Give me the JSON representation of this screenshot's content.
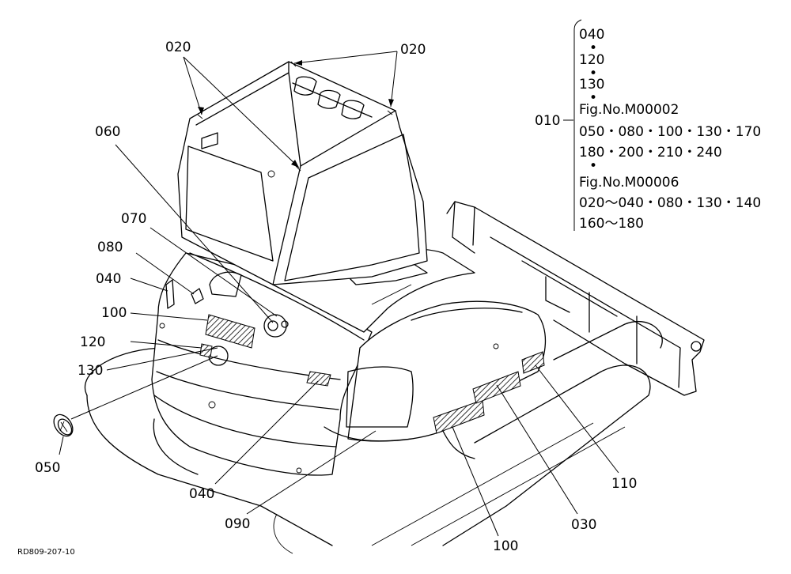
{
  "diagram_code": "RD809-207-10",
  "callouts": {
    "c020_left": "020",
    "c020_right": "020",
    "c060": "060",
    "c070": "070",
    "c080": "080",
    "c040_left": "040",
    "c100_left": "100",
    "c120": "120",
    "c130": "130",
    "c050": "050",
    "c040_bottom": "040",
    "c090": "090",
    "c100_bottom": "100",
    "c030": "030",
    "c110": "110",
    "c010": "010"
  },
  "legend_lines": [
    "040",
    "•",
    "120",
    "•",
    "130",
    "•",
    "Fig.No.M00002",
    "050・080・100・130・170",
    "180・200・210・240",
    "•",
    "Fig.No.M00006",
    "020～040・080・130・140",
    "160～180"
  ]
}
